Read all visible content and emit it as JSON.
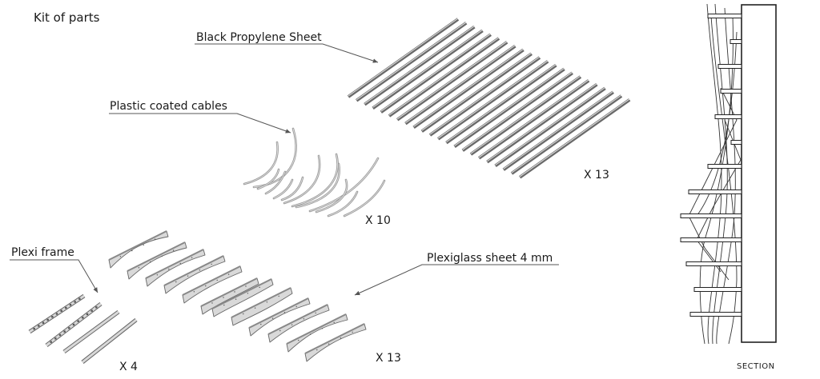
{
  "title": "Kit of parts",
  "labels": {
    "black_propylene": "Black Propylene Sheet",
    "plastic_cables": "Plastic coated cables",
    "plexi_frame": "Plexi frame",
    "plexiglass_sheet": "Plexiglass sheet 4 mm",
    "section": "SECTION"
  },
  "counts": {
    "propylene": "X 13",
    "cables": "X 10",
    "frame": "X 4",
    "plexiglass": "X 13"
  }
}
